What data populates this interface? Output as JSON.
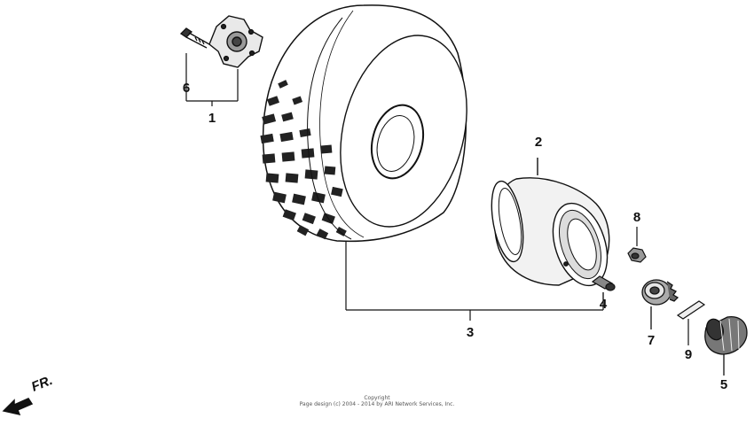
{
  "callouts": {
    "c1": "1",
    "c2": "2",
    "c3": "3",
    "c4": "4",
    "c5": "5",
    "c6": "6",
    "c7": "7",
    "c8": "8",
    "c9": "9"
  },
  "direction_label": "FR.",
  "copyright_line1": "Copyright",
  "copyright_line2": "Page design (c) 2004 - 2014 by ARI Network Services, Inc."
}
